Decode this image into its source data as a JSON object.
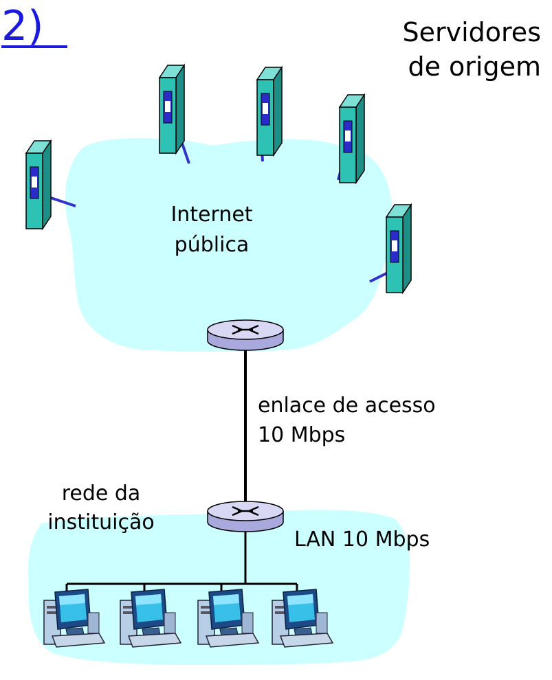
{
  "slide_marker": "2)",
  "servers_title": {
    "line1": "Servidores",
    "line2": "de origem"
  },
  "internet_cloud": {
    "line1": "Internet",
    "line2": "pública"
  },
  "access_link": {
    "line1": "enlace de acesso",
    "line2": "10 Mbps"
  },
  "institution": {
    "line1": "rede da",
    "line2": "instituição"
  },
  "lan_label": "LAN 10 Mbps",
  "colors": {
    "cloud": "#ccffff",
    "server_body": "#2ec2b4",
    "server_panel": "#2b2bc9",
    "link_blue": "#3333cc",
    "router": "#cfcff0",
    "marker": "#1a1adf"
  },
  "icons": [
    "server-icon",
    "router-icon",
    "computer-icon"
  ]
}
